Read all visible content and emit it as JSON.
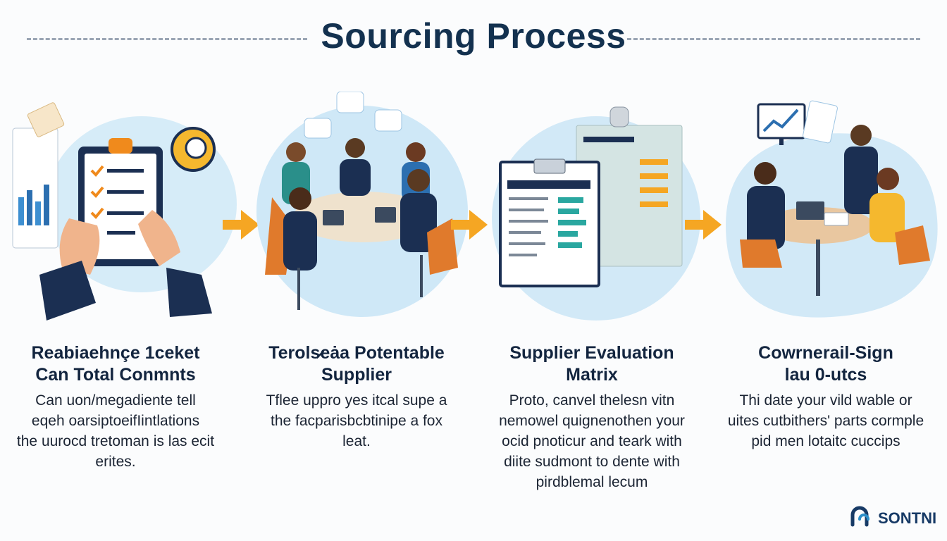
{
  "title": "Sourcing Process",
  "steps": [
    {
      "heading": [
        "Reabiaehnçe 1ceket",
        "Can Total Conmnts"
      ],
      "body": [
        "Can uon/megadiente tell",
        "eqeh oarsiptoeifIintlations",
        "the uurocd tretoman is las ecit",
        "erites."
      ]
    },
    {
      "heading": [
        "Terols̷eȧa Potentable",
        "Supplier"
      ],
      "body": [
        "Tflee uppro yes itcal supe a",
        "the facparisbcbtinipe a fox",
        "leat."
      ]
    },
    {
      "heading": [
        "Supplier Evaluation",
        "Matrix"
      ],
      "body": [
        "Proto, canvel thelesn vitn",
        "nemowel quignenothen your",
        "ocid pnoticur and teark with",
        "diite sudmont to dente with",
        "pirdblemal lecum"
      ]
    },
    {
      "heading": [
        "Cowrnerail-Sign",
        "lau 0-utcs"
      ],
      "body": [
        "Thi date your vild wable or",
        "uites cutbithers' parts cormple",
        "pid men lotaitc cuccips"
      ]
    }
  ],
  "logo": {
    "text": "SONTNI",
    "icon": "infinity-loop-icon"
  },
  "colors": {
    "accent_orange": "#f5a623",
    "navy": "#13314f",
    "blob": "#cfe8f7"
  }
}
